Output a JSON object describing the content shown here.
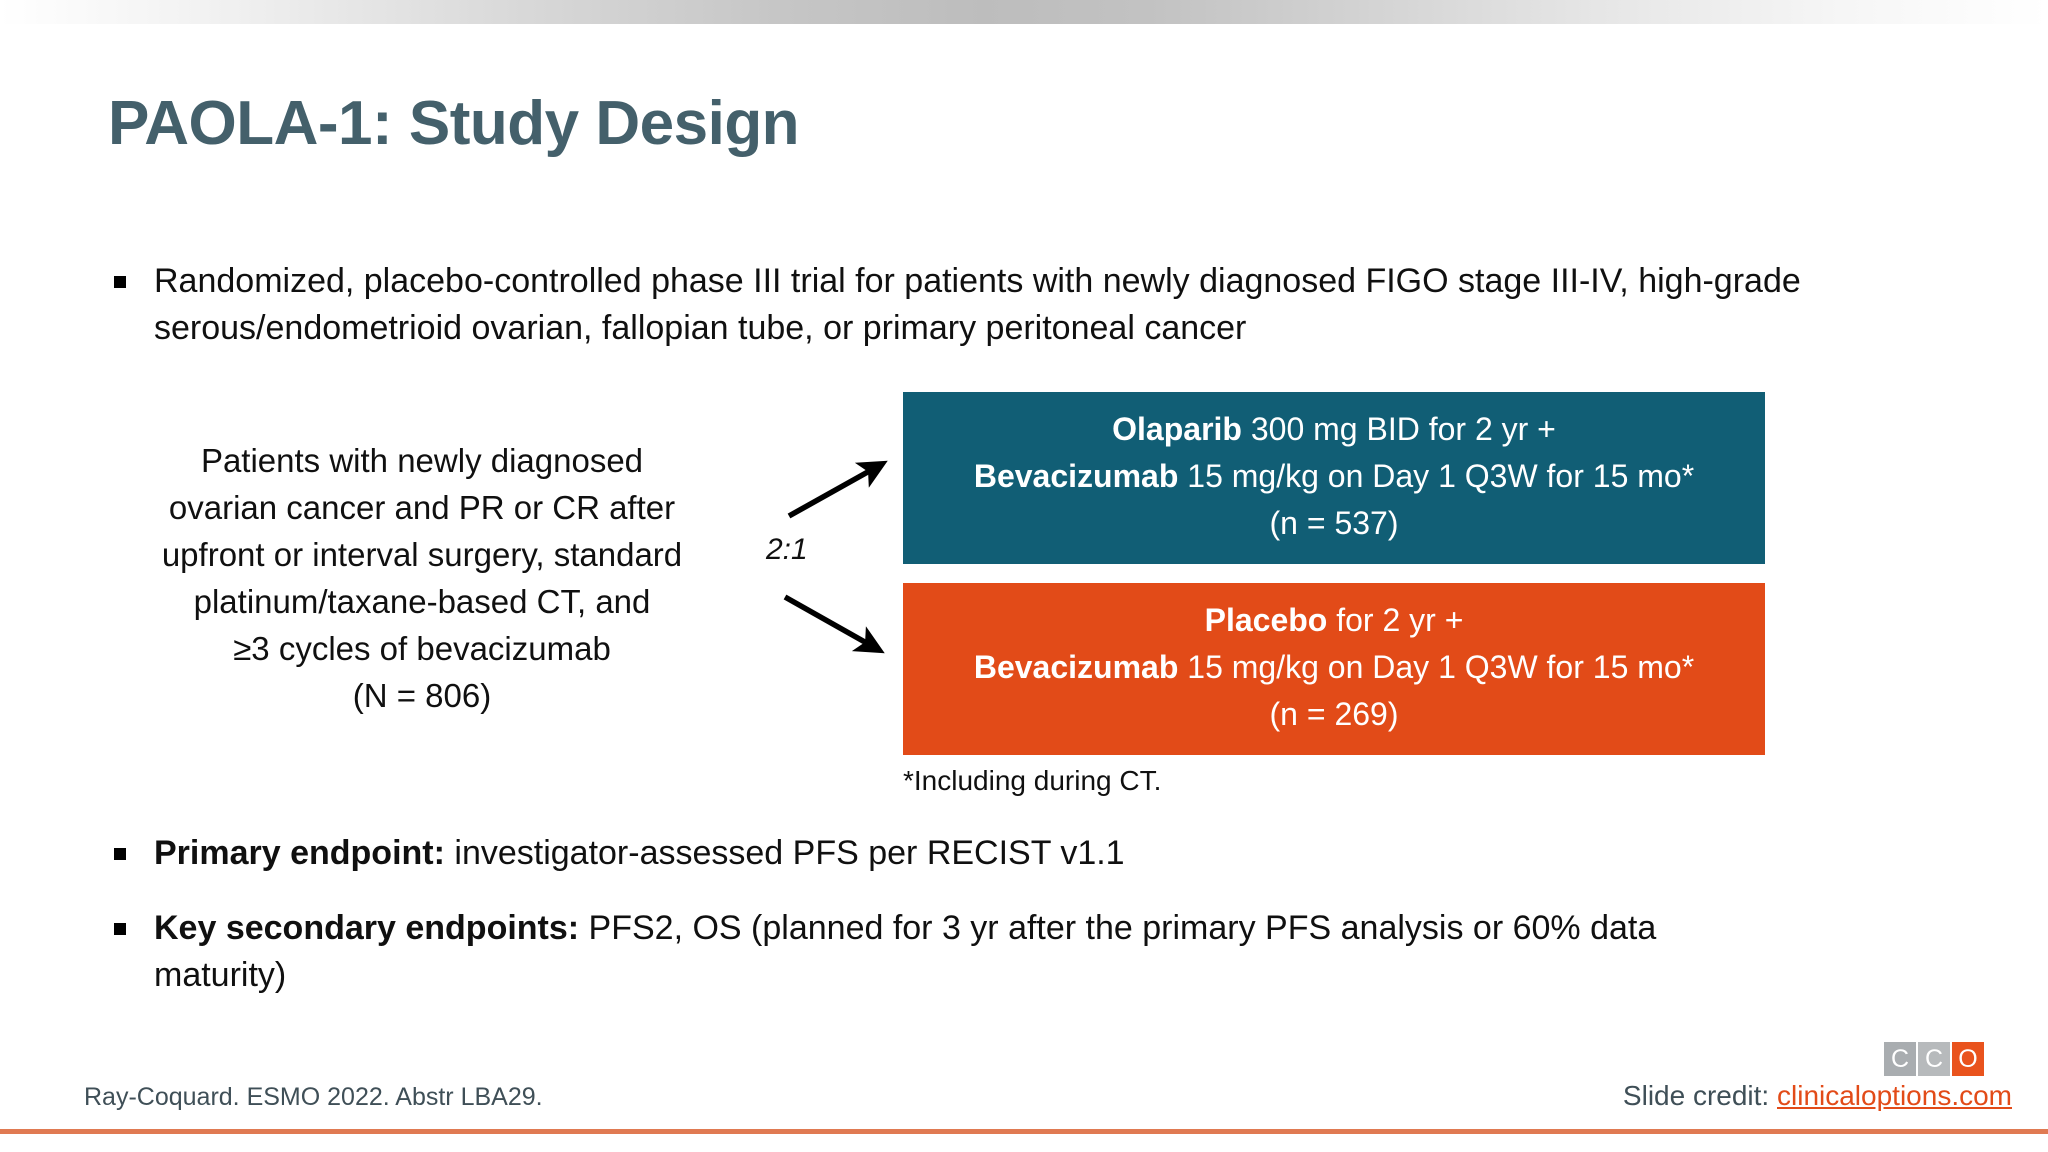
{
  "slide": {
    "title": "PAOLA-1: Study Design",
    "accent_dark": "#115e75",
    "accent_orange": "#e24b18",
    "title_color": "#44606b"
  },
  "bullets": {
    "intro": {
      "text": "Randomized, placebo-controlled phase III trial for patients with newly diagnosed FIGO stage III-IV, high-grade serous/endometrioid ovarian, fallopian tube, or primary peritoneal cancer"
    },
    "primary": {
      "label": "Primary endpoint:",
      "text": " investigator-assessed PFS per RECIST v1.1"
    },
    "secondary": {
      "label": "Key secondary endpoints:",
      "text": " PFS2, OS (planned for 3 yr after the primary PFS analysis or 60% data maturity)"
    }
  },
  "population": {
    "line1": "Patients with newly diagnosed",
    "line2": "ovarian cancer and PR or CR after",
    "line3": "upfront or interval surgery, standard",
    "line4": "platinum/taxane-based CT, and",
    "line5": "≥3 cycles of bevacizumab",
    "line6": "(N = 806)"
  },
  "randomization": {
    "ratio": "2:1"
  },
  "arms": {
    "experimental": {
      "drug1": "Olaparib",
      "drug1_detail": " 300 mg BID for 2 yr +",
      "drug2": "Bevacizumab",
      "drug2_detail": " 15 mg/kg on Day 1 Q3W for 15 mo*",
      "n": "(n = 537)"
    },
    "control": {
      "drug1": "Placebo",
      "drug1_detail": " for 2 yr +",
      "drug2": "Bevacizumab",
      "drug2_detail": " 15 mg/kg on Day 1 Q3W for 15 mo*",
      "n": "(n = 269)"
    }
  },
  "footnote": "*Including during CT.",
  "footer": {
    "citation": "Ray-Coquard. ESMO 2022. Abstr LBA29.",
    "credit_label": "Slide credit: ",
    "credit_link": "clinicaloptions.com",
    "logo": {
      "letter1": "C",
      "letter2": "C",
      "letter3": "O"
    }
  }
}
